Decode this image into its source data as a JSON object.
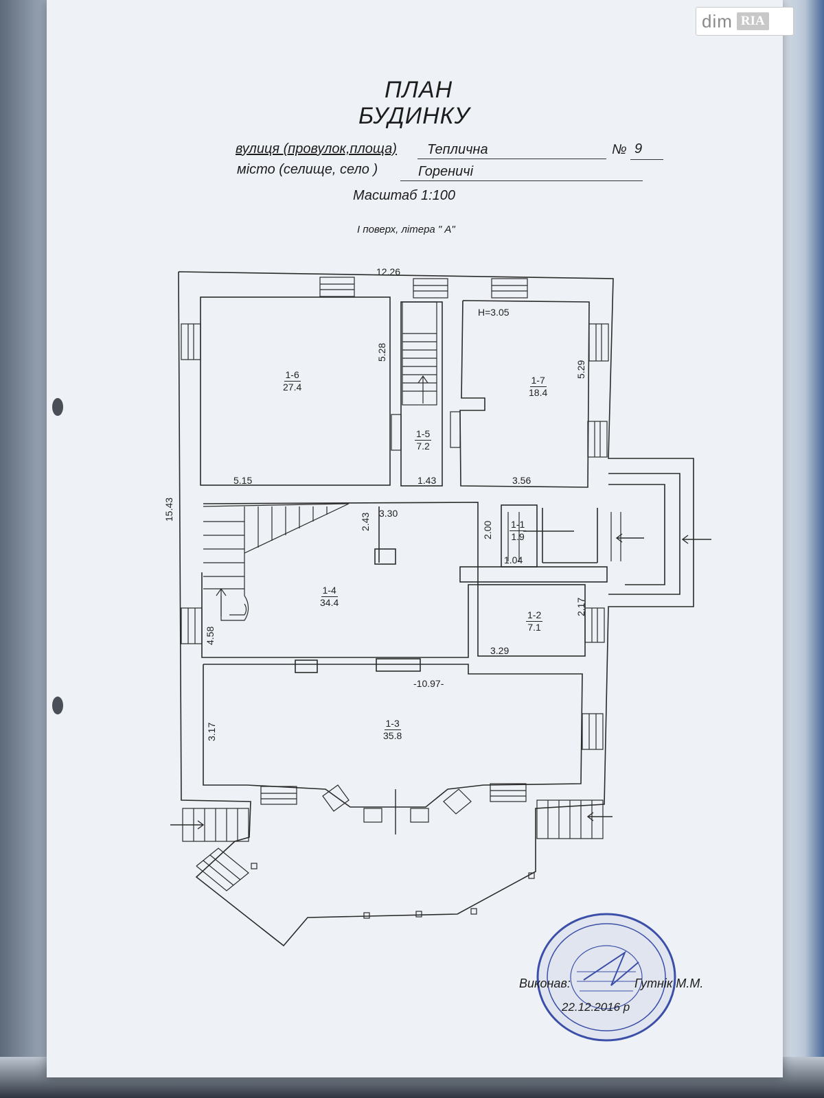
{
  "watermark": {
    "brand": "dim",
    "brand_badge": "RIA"
  },
  "document": {
    "title_line1": "ПЛАН",
    "title_line2": "БУДИНКУ",
    "street_label": "вулиця (провулок,площа)",
    "street_value": "Теплична",
    "number_label": "№",
    "number_value": "9",
    "city_label": "місто (селище, село )",
    "city_value": "Гореничі",
    "scale": "Масштаб 1:100",
    "floor": "І поверх, літера \" А\"",
    "performed_by_label": "Виконав:",
    "performer": "Гутнік М.М.",
    "date": "22.12.2016 р"
  },
  "plan": {
    "dimensions": {
      "top_width": "12.26",
      "left_height": "15.43",
      "room16_height": "5.28",
      "room16_width": "5.15",
      "room17_height": "5.29",
      "room17_width": "3.56",
      "room15_width": "1.43",
      "ceiling_height": "H=3.05",
      "d330": "3.30",
      "d243": "2.43",
      "d200": "2.00",
      "d104": "1.04",
      "d217": "2.17",
      "d329": "3.29",
      "d458": "4.58",
      "d1097": "-10.97-",
      "d317": "3.17"
    },
    "rooms": [
      {
        "id": "1-6",
        "area": "27.4"
      },
      {
        "id": "1-5",
        "area": "7.2"
      },
      {
        "id": "1-7",
        "area": "18.4"
      },
      {
        "id": "1-1",
        "area": "1.9"
      },
      {
        "id": "1-4",
        "area": "34.4"
      },
      {
        "id": "1-2",
        "area": "7.1"
      },
      {
        "id": "1-3",
        "area": "35.8"
      }
    ]
  },
  "stamp": {
    "color": "#3b4fa8"
  }
}
